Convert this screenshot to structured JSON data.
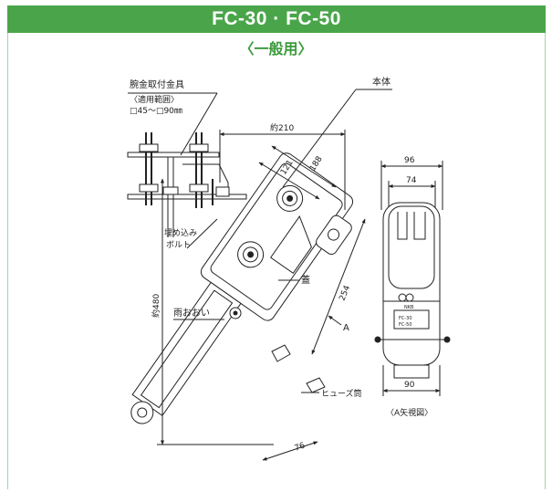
{
  "header": {
    "title": "FC-30 · FC-50"
  },
  "subtitle": "〈一般用〉",
  "labels": {
    "bracket_title": "腕金取付金具",
    "bracket_range_label": "〈適用範囲〉",
    "bracket_range": "□45～□90㎜",
    "main_body": "本体",
    "embed_bolt_1": "埋め込み",
    "embed_bolt_2": "ボルト",
    "lid": "蓋",
    "rain_cover": "雨おおい",
    "fuse_tube": "ヒューズ筒",
    "view_arrow": "A",
    "view_caption": "〈A矢視図〉"
  },
  "dimensions": {
    "approx_210": "約210",
    "d121": "121",
    "d188": "188",
    "d254": "254",
    "approx_480": "約480",
    "d76": "76",
    "d96": "96",
    "d74": "74",
    "d90": "90"
  },
  "nameplate": {
    "brand": "NKB",
    "line1": "FC-30",
    "line2": "FC-50"
  },
  "colors": {
    "header_bg": "#4aa54a",
    "accent_green": "#3b9a3b",
    "line": "#222222"
  }
}
